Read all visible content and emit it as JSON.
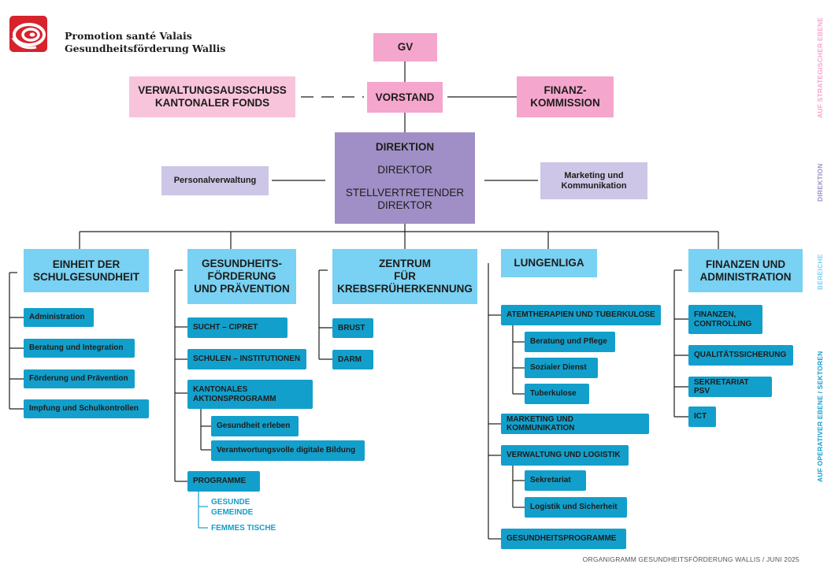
{
  "org_name": [
    "Promotion santé Valais",
    "Gesundheitsförderung Wallis"
  ],
  "strategic": {
    "gv": "GV",
    "vorstand": "VORSTAND",
    "verwaltungsausschuss": [
      "VERWALTUNGSAUSSCHUSS",
      "KANTONALER FONDS"
    ],
    "finanz": [
      "FINANZ-",
      "KOMMISSION"
    ]
  },
  "direktion": {
    "title": "DIREKTION",
    "director": "DIREKTOR",
    "deputy": [
      "STELLVERTRETENDER",
      "DIREKTOR"
    ],
    "personal": "Personalverwaltung",
    "marketing": [
      "Marketing und",
      "Kommunikation"
    ]
  },
  "bereiche": [
    {
      "title": [
        "EINHEIT DER",
        "SCHULGESUNDHEIT"
      ],
      "items": [
        "Administration",
        "Beratung und Integration",
        "Förderung und Prävention",
        "Impfung und Schulkontrollen"
      ]
    },
    {
      "title": [
        "GESUNDHEITS-",
        "FÖRDERUNG",
        "UND PRÄVENTION"
      ],
      "items": [
        "SUCHT – CIPRET",
        "SCHULEN – INSTITUTIONEN",
        "KANTONALES AKTIONSPROGRAMM",
        "PROGRAMME"
      ],
      "sub_kap": [
        "Gesundheit erleben",
        "Verantwortungsvolle digitale Bildung"
      ],
      "sub_prog": [
        "GESUNDE GEMEINDE",
        "FEMMES TISCHE"
      ]
    },
    {
      "title": [
        "ZENTRUM",
        "FÜR",
        "KREBSFRÜHERKENNUNG"
      ],
      "items": [
        "BRUST",
        "DARM"
      ]
    },
    {
      "title": [
        "LUNGENLIGA"
      ],
      "items": [
        "ATEMTHERAPIEN UND TUBERKULOSE",
        "MARKETING UND KOMMUNIKATION",
        "VERWALTUNG UND LOGISTIK",
        "GESUNDHEITSPROGRAMME"
      ],
      "sub_atem": [
        "Beratung und Pflege",
        "Sozialer Dienst",
        "Tuberkulose"
      ],
      "sub_verw": [
        "Sekretariat",
        "Logistik und Sicherheit"
      ]
    },
    {
      "title": [
        "FINANZEN UND",
        "ADMINISTRATION"
      ],
      "items": [
        "FINANZEN, CONTROLLING",
        "QUALITÄTSSICHERUNG",
        "SEKRETARIAT PSV",
        "ICT"
      ]
    }
  ],
  "side_labels": {
    "strategic": "AUF STRATEGISCHER EBENE",
    "direktion": "DIREKTION",
    "bereiche": "BEREICHE",
    "operativ": "AUF OPERATIVER EBENE / SEKTOREN"
  },
  "footer": "ORGANIGRAMM GESUNDHEITSFÖRDERUNG WALLIS / JUNI 2025",
  "colors": {
    "strategic_pink": "#f5a6cd",
    "strategic_pink_light": "#f8c4dc",
    "direktion_purple": "#9f8fc6",
    "direktion_lavender": "#cdc6e6",
    "bereich_cyan": "#79d1f3",
    "sector_blue": "#139fcb",
    "logo_red": "#d6232c"
  },
  "icons": {
    "logo": "spiral-logo-icon"
  }
}
